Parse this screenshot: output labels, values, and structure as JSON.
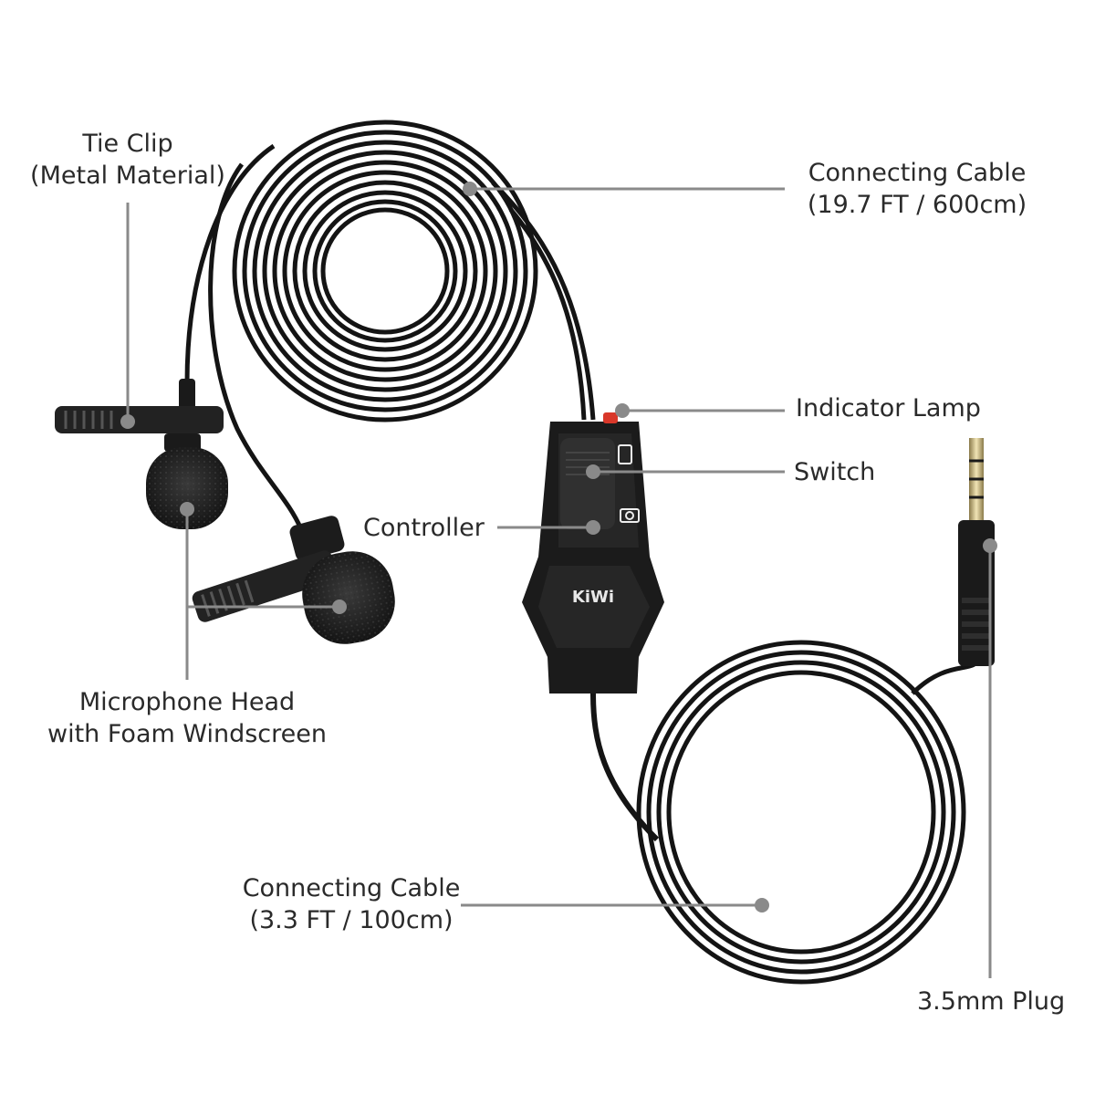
{
  "labels": {
    "tie_clip": {
      "line1": "Tie Clip",
      "line2": "(Metal Material)"
    },
    "cable_long": {
      "line1": "Connecting Cable",
      "line2": "(19.7 FT / 600cm)"
    },
    "indicator_lamp": {
      "text": "Indicator Lamp"
    },
    "switch": {
      "text": "Switch"
    },
    "controller": {
      "text": "Controller"
    },
    "mic_head": {
      "line1": "Microphone Head",
      "line2": "with Foam Windscreen"
    },
    "cable_short": {
      "line1": "Connecting Cable",
      "line2": "(3.3 FT / 100cm)"
    },
    "plug": {
      "text": "3.5mm Plug"
    }
  },
  "brand_logo": "KiWi",
  "colors": {
    "leader_line": "#8a8a8a",
    "cable": "#141414",
    "lamp": "#d9382a",
    "text": "#2a2a2a"
  },
  "icons": [
    "phone-mode-icon",
    "camera-mode-icon"
  ]
}
